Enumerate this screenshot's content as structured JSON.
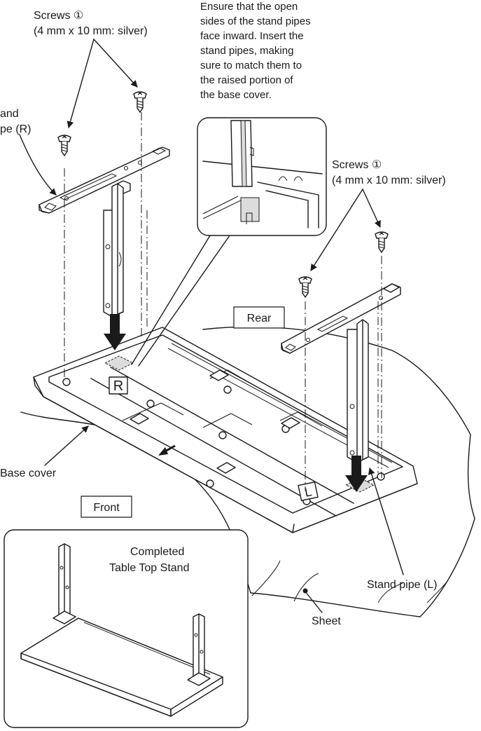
{
  "labels": {
    "screws_left_line1": "Screws ①",
    "screws_left_line2": "(4 mm x 10 mm: silver)",
    "screws_right_line1": "Screws ①",
    "screws_right_line2": "(4 mm x 10 mm: silver)",
    "stand_pipe_r_line1": "and",
    "stand_pipe_r_line2": "pe (R)",
    "note_lines": [
      "Ensure that the open",
      "sides of the stand pipes",
      "face inward. Insert the",
      "stand pipes, making",
      "sure to match them to",
      "the raised portion of",
      "the base cover."
    ],
    "rear": "Rear",
    "front": "Front",
    "mark_r": "R",
    "mark_l": "L",
    "base_cover": "Base cover",
    "stand_pipe_l": "Stand pipe (L)",
    "sheet": "Sheet",
    "completed_line1": "Completed",
    "completed_line2": "Table Top Stand"
  },
  "icons": {
    "screw": "flat-head-screw-icon",
    "insert_arrow": "down-arrow-icon",
    "front_arrow": "small-arrow-icon"
  },
  "colors": {
    "line": "#1a1a1a",
    "shade": "#dcdcdc",
    "background": "#ffffff"
  }
}
